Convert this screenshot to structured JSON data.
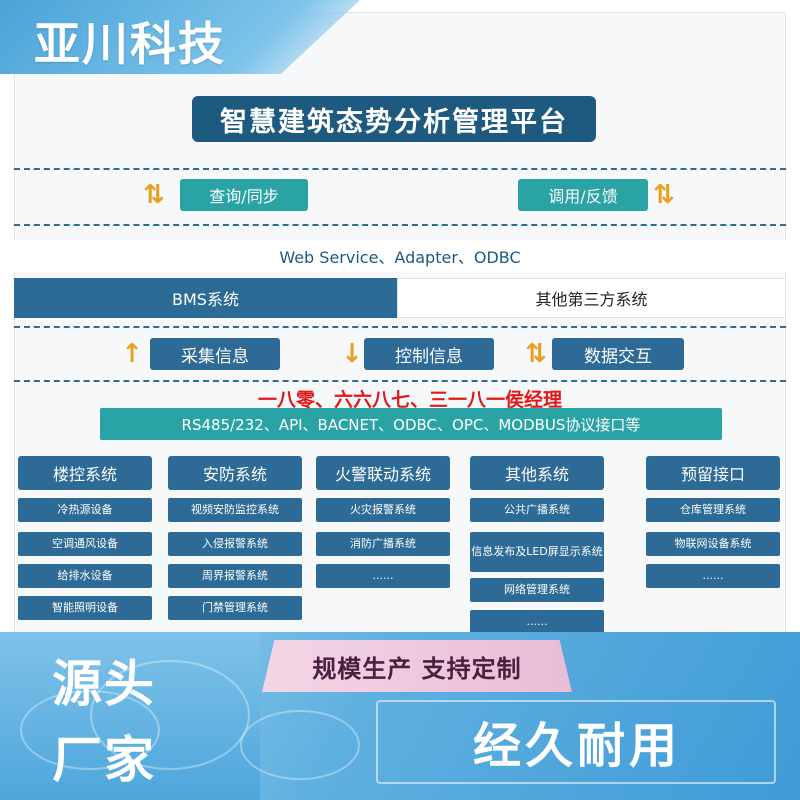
{
  "company": {
    "name": "亚川科技"
  },
  "title": "智慧建筑态势分析管理平台",
  "top_actions": {
    "left_label": "查询/同步",
    "right_label": "调用/反馈"
  },
  "interfaces": "Web Service、Adapter、ODBC",
  "systems_bar": {
    "bms": "BMS系统",
    "third_party": "其他第三方系统"
  },
  "info_actions": {
    "collect": "采集信息",
    "control": "控制信息",
    "exchange": "数据交互"
  },
  "overlay_text": "一八零、六六八七、三一八一侯经理",
  "protocols": "RS485/232、API、BACNET、ODBC、OPC、MODBUS协议接口等",
  "columns": [
    {
      "header": "楼控系统",
      "items": [
        "冷热源设备",
        "空调通风设备",
        "给排水设备",
        "智能照明设备"
      ]
    },
    {
      "header": "安防系统",
      "items": [
        "视频安防监控系统",
        "入侵报警系统",
        "周界报警系统",
        "门禁管理系统"
      ]
    },
    {
      "header": "火警联动系统",
      "items": [
        "火灾报警系统",
        "消防广播系统",
        "......"
      ]
    },
    {
      "header": "其他系统",
      "items": [
        "公共广播系统",
        "信息发布及LED屏显示系统",
        "网络管理系统",
        "......"
      ]
    },
    {
      "header": "预留接口",
      "items": [
        "仓库管理系统",
        "物联网设备系统",
        "......"
      ]
    }
  ],
  "promo": {
    "source": "源头",
    "factory": "厂家",
    "custom": "规模生产 支持定制",
    "durable": "经久耐用"
  },
  "colors": {
    "navy": "#2d6a96",
    "teal": "#2aa3a4",
    "title_bg": "#1e5a80",
    "arrow": "#e9a020",
    "overlay_red": "#e01818"
  }
}
